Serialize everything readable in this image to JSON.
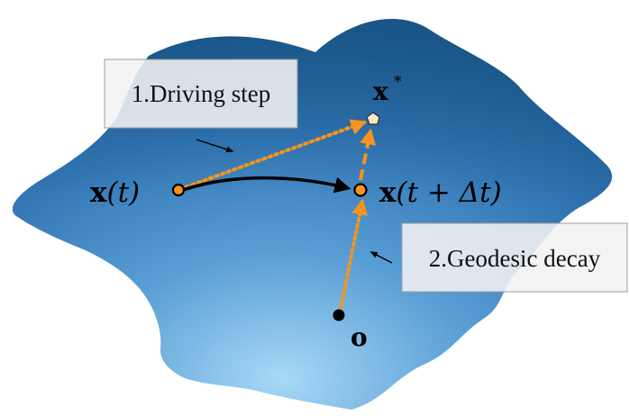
{
  "labels": {
    "x_star_base": "x",
    "x_star_sup": "*",
    "x_t": "x(t)",
    "x_t_bold": "x",
    "x_t_rest": "(t)",
    "x_next_bold": "x",
    "x_next_rest": "(t + Δt)",
    "origin": "o"
  },
  "boxes": {
    "driving": "1.Driving step",
    "geodesic": "2.Geodesic decay"
  },
  "colors": {
    "surface_dark": "#1c5d96",
    "surface_mid": "#3a82c2",
    "surface_light": "#9fd1f3",
    "orange": "#f7941d",
    "arrow_black": "#000000",
    "x_star_marker": "#fde4c4",
    "box_fill": "#f2f2f2",
    "box_stroke": "#9b9b9b"
  }
}
